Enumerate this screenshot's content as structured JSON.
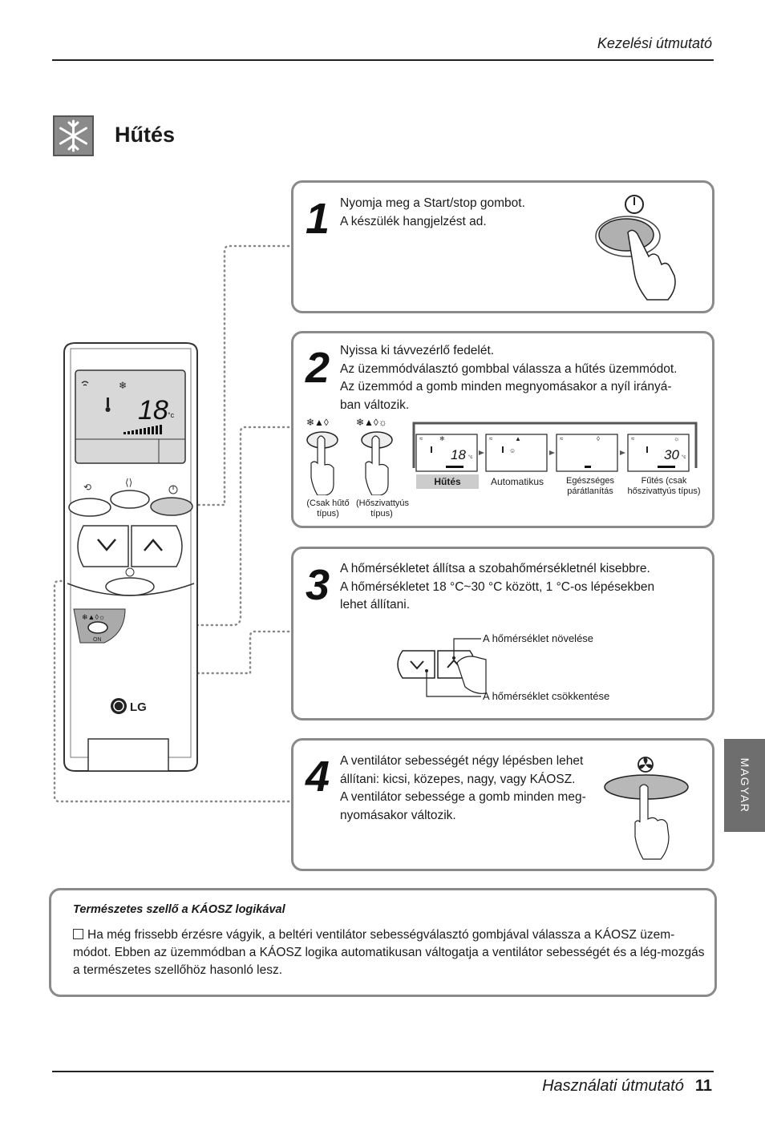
{
  "header": {
    "title": "Kezelési útmutató"
  },
  "section": {
    "title": "Hűtés",
    "icon": "snowflake-icon"
  },
  "steps": [
    {
      "number": "1",
      "lines": [
        "Nyomja meg a Start/stop gombot.",
        "A készülék hangjelzést ad."
      ]
    },
    {
      "number": "2",
      "lines": [
        "Nyissa ki távvezérlő fedelét.",
        "Az üzemmódválasztó gombbal válassza a hűtés üzemmódot.",
        "Az üzemmód a gomb minden megnyomásakor a nyíl irányá-",
        "ban változik."
      ],
      "button_labels": [
        "(Csak hűtő",
        "típus)",
        "(Hőszivattyús",
        "típus)"
      ],
      "modes": [
        "Hűtés",
        "Automatikus",
        "Egészséges",
        "párátlanítás",
        "Fűtés (csak",
        "hőszivattyús típus)"
      ],
      "displays": [
        "18",
        "30"
      ],
      "unit": "°c"
    },
    {
      "number": "3",
      "lines": [
        "A hőmérsékletet állítsa a szobahőmérsékletnél kisebbre.",
        "A hőmérsékletet 18 °C~30 °C között, 1 °C-os lépésekben",
        "lehet állítani."
      ],
      "callout_up": "A hőmérséklet növelése",
      "callout_down": "A hőmérséklet csökkentése"
    },
    {
      "number": "4",
      "lines": [
        "A ventilátor sebességét négy lépésben lehet",
        "állítani: kicsi, közepes, nagy, vagy KÁOSZ.",
        "A ventilátor sebessége a gomb minden meg-",
        "nyomásakor változik."
      ]
    }
  ],
  "remote": {
    "display_temp": "18",
    "unit": "°c",
    "brand": "LG",
    "on_label": "ON"
  },
  "side_tab": {
    "label": "MAGYAR"
  },
  "note": {
    "title": "Természetes szellő a KÁOSZ logikával",
    "body": "Ha még frissebb érzésre vágyik, a beltéri ventilátor sebességválasztó gombjával válassza a KÁOSZ üzem-módot. Ebben az üzemmódban a KÁOSZ logika automatikusan váltogatja a ventilátor sebességét és a lég-mozgás a természetes szellőhöz hasonló lesz."
  },
  "footer": {
    "title": "Használati útmutató",
    "page": "11"
  }
}
